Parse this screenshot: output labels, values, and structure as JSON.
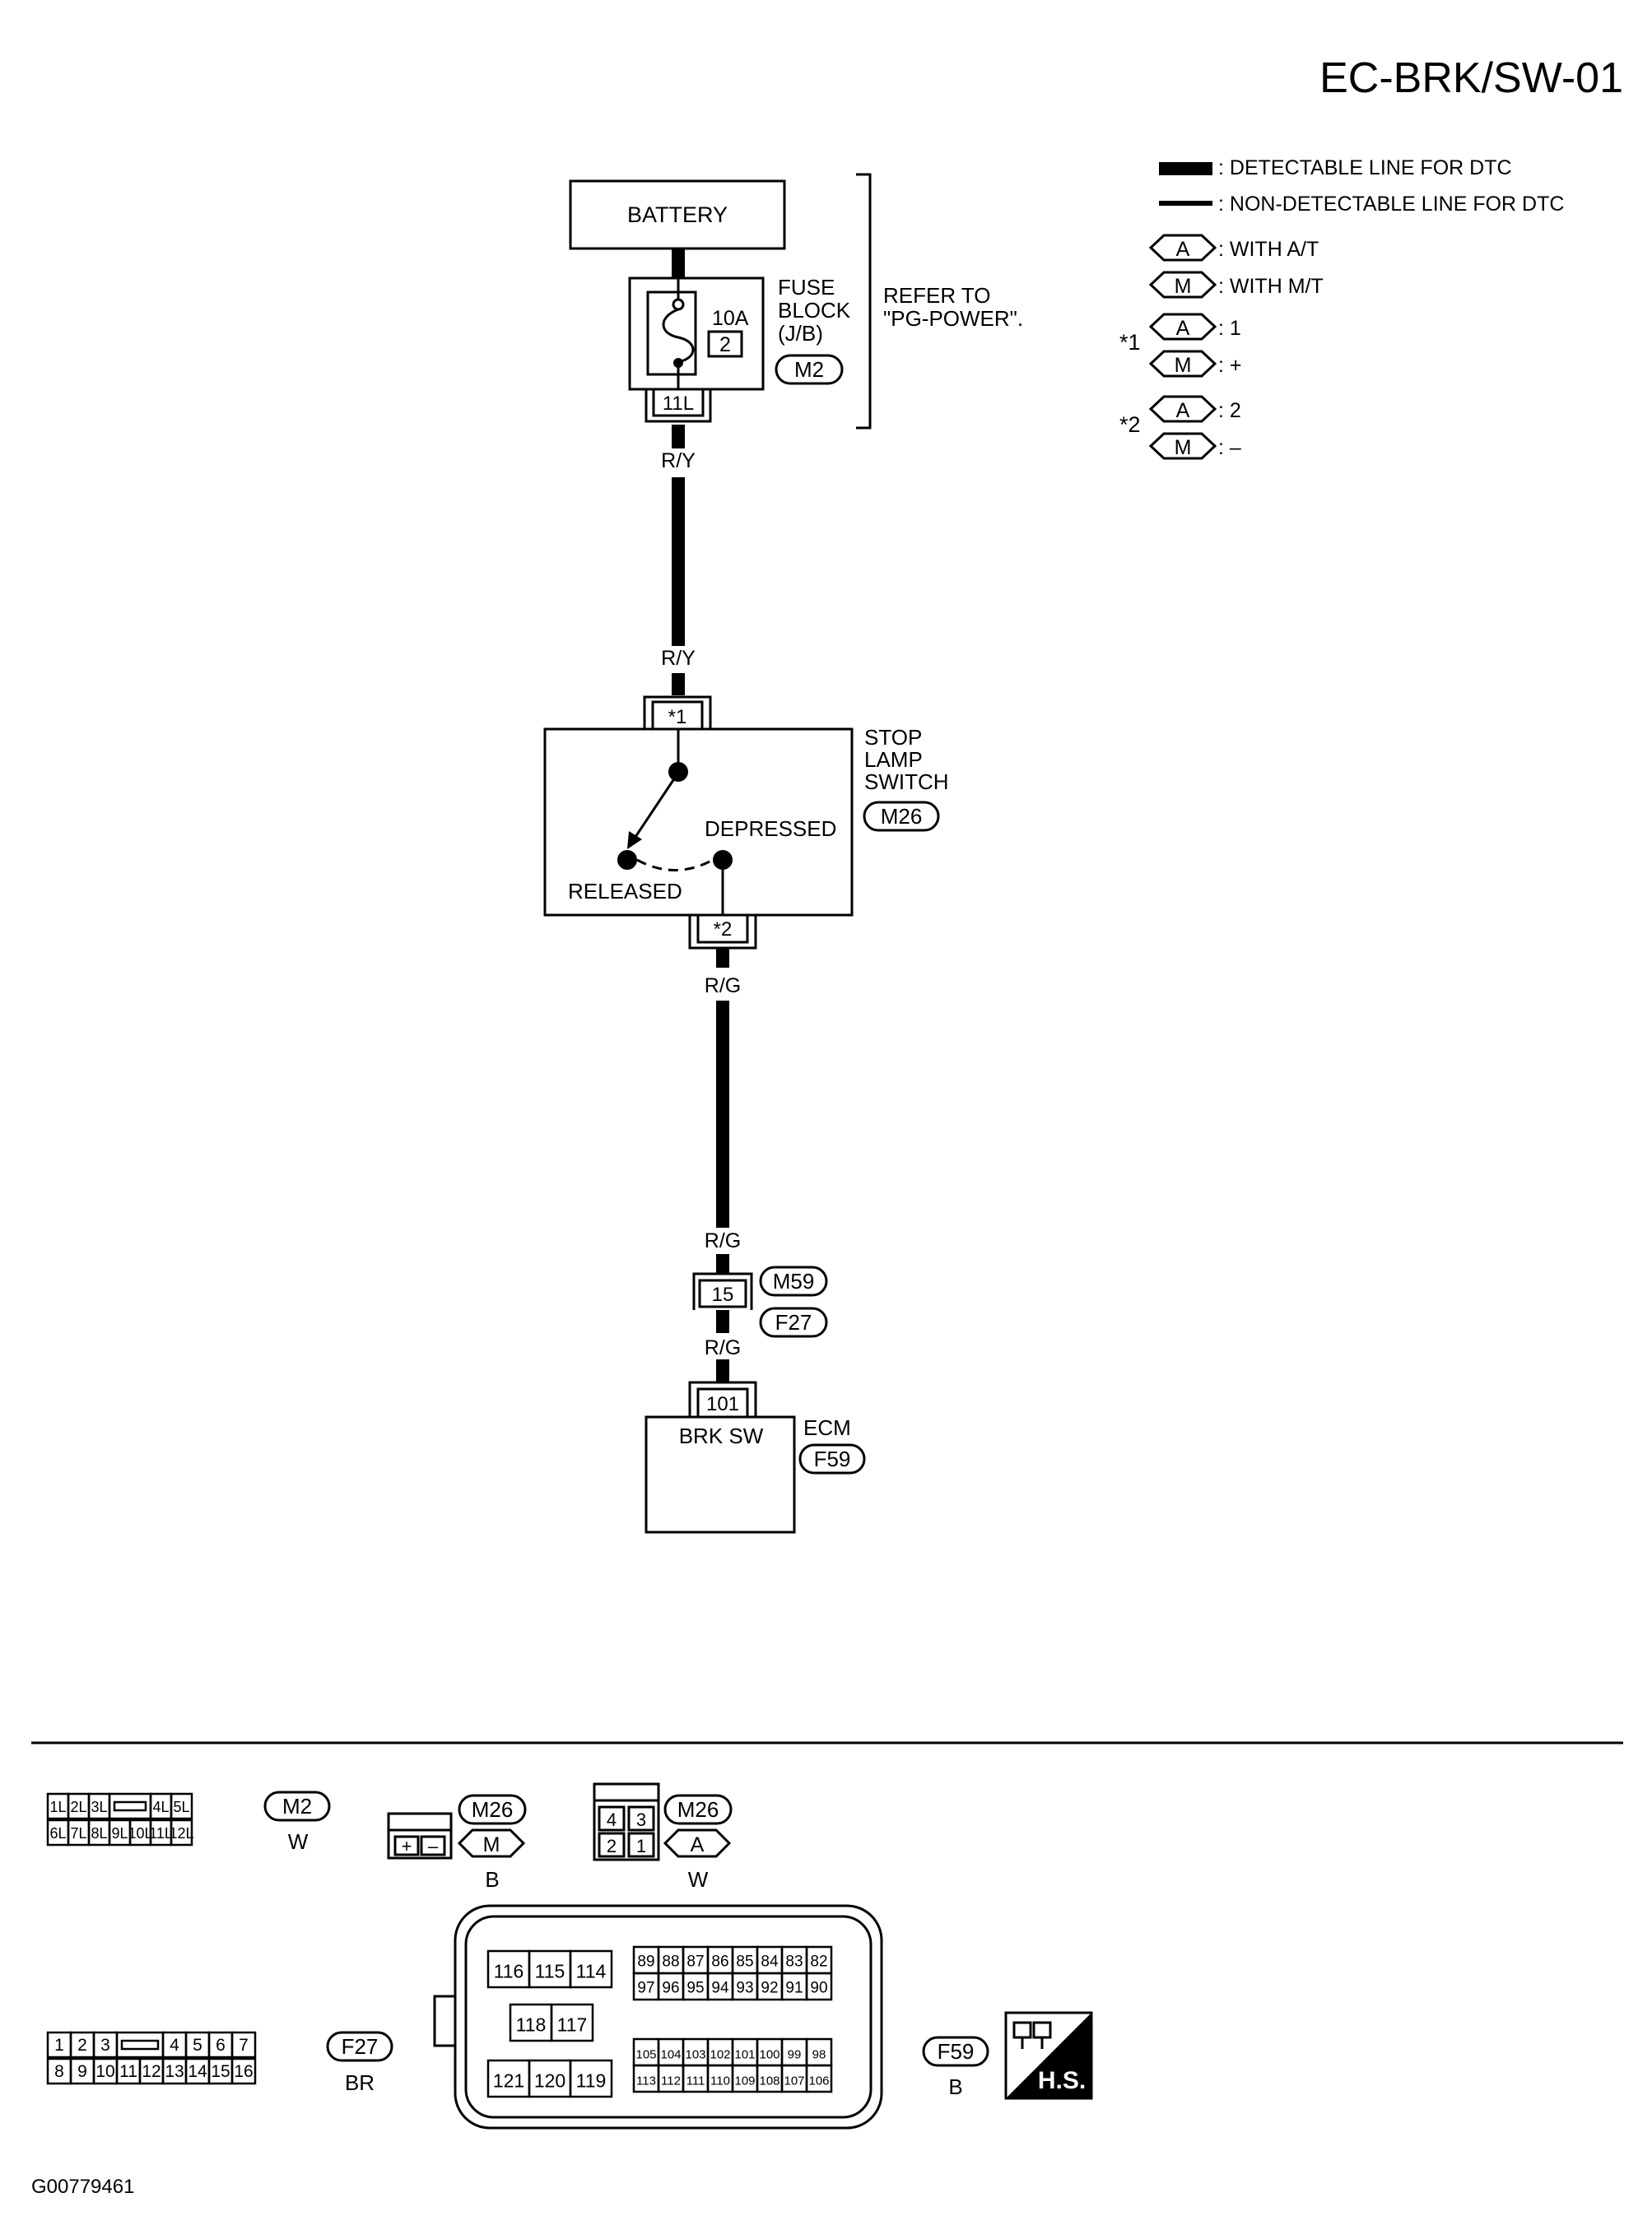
{
  "page_title": "EC-BRK/SW-01",
  "figure_id": "G00779461",
  "legend": {
    "detectable": ": DETECTABLE LINE FOR DTC",
    "non_detectable": ": NON-DETECTABLE LINE FOR DTC",
    "with_at_tag": "A",
    "with_at_text": ": WITH A/T",
    "with_mt_tag": "M",
    "with_mt_text": ": WITH M/T",
    "star1_label": "*1",
    "star1_a_tag": "A",
    "star1_a_text": ": 1",
    "star1_m_tag": "M",
    "star1_m_text": ": +",
    "star2_label": "*2",
    "star2_a_tag": "A",
    "star2_a_text": ": 2",
    "star2_m_tag": "M",
    "star2_m_text": ": –"
  },
  "battery": {
    "label": "BATTERY"
  },
  "fuse": {
    "rating": "10A",
    "number": "2",
    "label_line1": "FUSE",
    "label_line2": "BLOCK",
    "label_line3": "(J/B)",
    "connector": "M2",
    "terminal": "11L",
    "refer_line1": "REFER TO",
    "refer_line2": "\"PG-POWER\"."
  },
  "wires": {
    "ry_top": "R/Y",
    "ry_bottom": "R/Y",
    "rg_top": "R/G",
    "rg_mid": "R/G",
    "rg_bottom": "R/G"
  },
  "switch": {
    "label_line1": "STOP",
    "label_line2": "LAMP",
    "label_line3": "SWITCH",
    "connector": "M26",
    "terminal_top": "*1",
    "terminal_bottom": "*2",
    "released": "RELEASED",
    "depressed": "DEPRESSED"
  },
  "joint": {
    "terminal": "15",
    "connector_top": "M59",
    "connector_bottom": "F27"
  },
  "ecm": {
    "label": "ECM",
    "connector": "F59",
    "terminal": "101",
    "pin_label": "BRK SW"
  },
  "connectors": {
    "m2": {
      "id": "M2",
      "color": "W",
      "row1": [
        "1L",
        "2L",
        "3L",
        "",
        "4L",
        "5L"
      ],
      "row2": [
        "6L",
        "7L",
        "8L",
        "9L",
        "10L",
        "11L",
        "12L"
      ]
    },
    "m26_mt": {
      "id": "M26",
      "tag": "M",
      "color": "B",
      "pins": [
        "+",
        "–"
      ]
    },
    "m26_at": {
      "id": "M26",
      "tag": "A",
      "color": "W",
      "row1": [
        "4",
        "3"
      ],
      "row2": [
        "2",
        "1"
      ]
    },
    "f27": {
      "id": "F27",
      "color": "BR",
      "row1": [
        "1",
        "2",
        "3",
        "",
        "4",
        "5",
        "6",
        "7"
      ],
      "row2": [
        "8",
        "9",
        "10",
        "11",
        "12",
        "13",
        "14",
        "15",
        "16"
      ]
    },
    "f59": {
      "id": "F59",
      "color": "B",
      "group_a": [
        "116",
        "115",
        "114"
      ],
      "group_b": [
        "118",
        "117"
      ],
      "group_c": [
        "121",
        "120",
        "119"
      ],
      "group_d_row1": [
        "89",
        "88",
        "87",
        "86",
        "85",
        "84",
        "83",
        "82"
      ],
      "group_d_row2": [
        "97",
        "96",
        "95",
        "94",
        "93",
        "92",
        "91",
        "90"
      ],
      "group_e_row1": [
        "105",
        "104",
        "103",
        "102",
        "101",
        "100",
        "99",
        "98"
      ],
      "group_e_row2": [
        "113",
        "112",
        "111",
        "110",
        "109",
        "108",
        "107",
        "106"
      ]
    },
    "hs_badge": "H.S."
  }
}
